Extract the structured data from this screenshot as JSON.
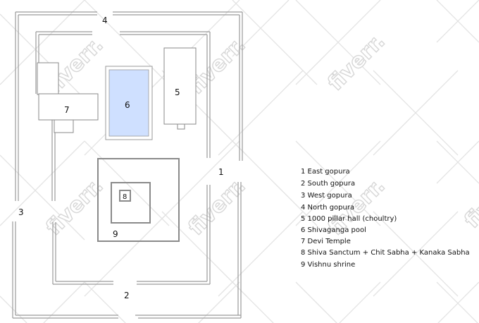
{
  "diagram": {
    "labels": {
      "east_gopura": "1",
      "south_gopura": "2",
      "west_gopura": "3",
      "north_gopura": "4",
      "pillar_hall": "5",
      "pool": "6",
      "devi_temple": "7",
      "shiva_sanctum": "8",
      "vishnu_shrine": "9"
    },
    "legend": [
      "1 East gopura",
      "2 South gopura",
      "3 West gopura",
      "4 North gopura",
      "5 1000 pillar hall (choultry)",
      "6 Shivaganga pool",
      "7 Devi Temple",
      "8 Shiva Sanctum + Chit Sabha + Kanaka Sabha",
      "9  Vishnu shrine"
    ],
    "watermark": "fiverr.",
    "colors": {
      "wall": "#9a9a9a",
      "building": "#8a8a8a",
      "pool_fill": "#cfe0ff",
      "pool_stroke": "#999999",
      "watermark_lines": "#e3e3e3"
    }
  }
}
